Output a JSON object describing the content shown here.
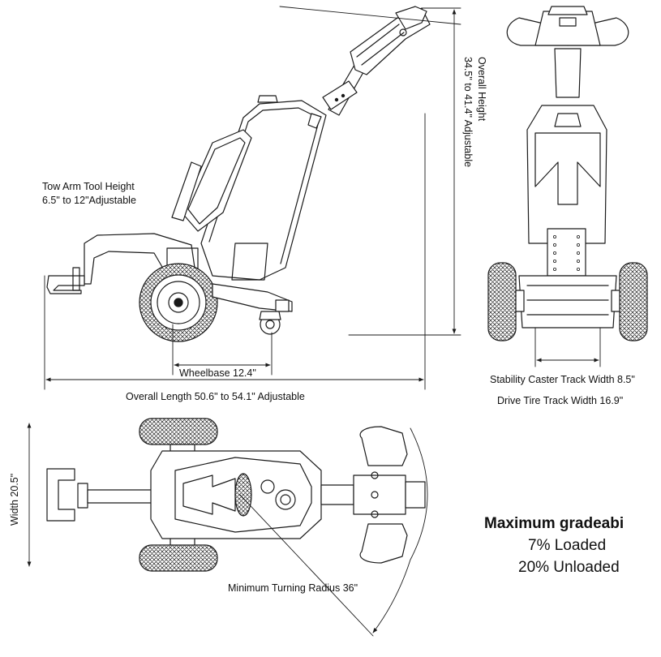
{
  "labels": {
    "tow_arm_title": "Tow Arm Tool Height",
    "tow_arm_range": "6.5\" to 12\"Adjustable",
    "overall_height_title": "Overall Height",
    "overall_height_range": "34.5\" to 41.4\" Adjustable",
    "wheelbase": "Wheelbase 12.4\"",
    "overall_length": "Overall Length 50.6\" to 54.1\" Adjustable",
    "caster_track": "Stability Caster Track Width 8.5\"",
    "drive_track": "Drive Tire Track Width 16.9\"",
    "width": "Width 20.5\"",
    "turning_radius": "Minimum Turning Radius 36\""
  },
  "gradeability": {
    "title": "Maximum gradeabi",
    "loaded": "7% Loaded",
    "unloaded": "20% Unloaded"
  }
}
